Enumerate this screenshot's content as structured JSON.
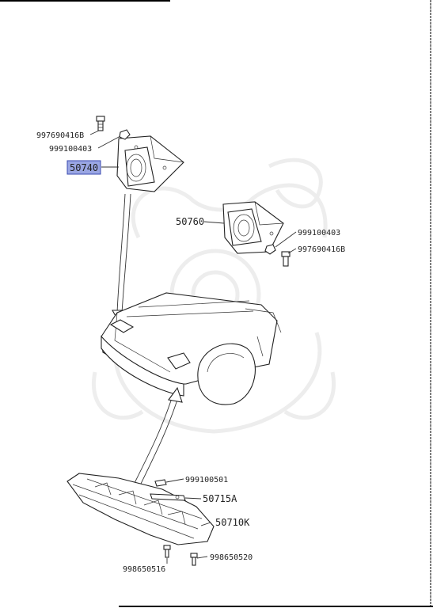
{
  "parts": [
    {
      "id": "bolt-top",
      "number": "997690416B"
    },
    {
      "id": "nut-top",
      "number": "999100403"
    },
    {
      "id": "bracket-left",
      "number": "50740",
      "highlighted": true
    },
    {
      "id": "bracket-right",
      "number": "50760"
    },
    {
      "id": "nut-right",
      "number": "999100403"
    },
    {
      "id": "bolt-right",
      "number": "997690416B"
    },
    {
      "id": "clip-front",
      "number": "999100501"
    },
    {
      "id": "strip-front",
      "number": "50715A"
    },
    {
      "id": "undercover",
      "number": "50710K"
    },
    {
      "id": "screw-left",
      "number": "998650516"
    },
    {
      "id": "screw-right",
      "number": "998650520"
    }
  ],
  "highlight_color": "#9aa6e3",
  "highlight_border": "#3b4bb0"
}
